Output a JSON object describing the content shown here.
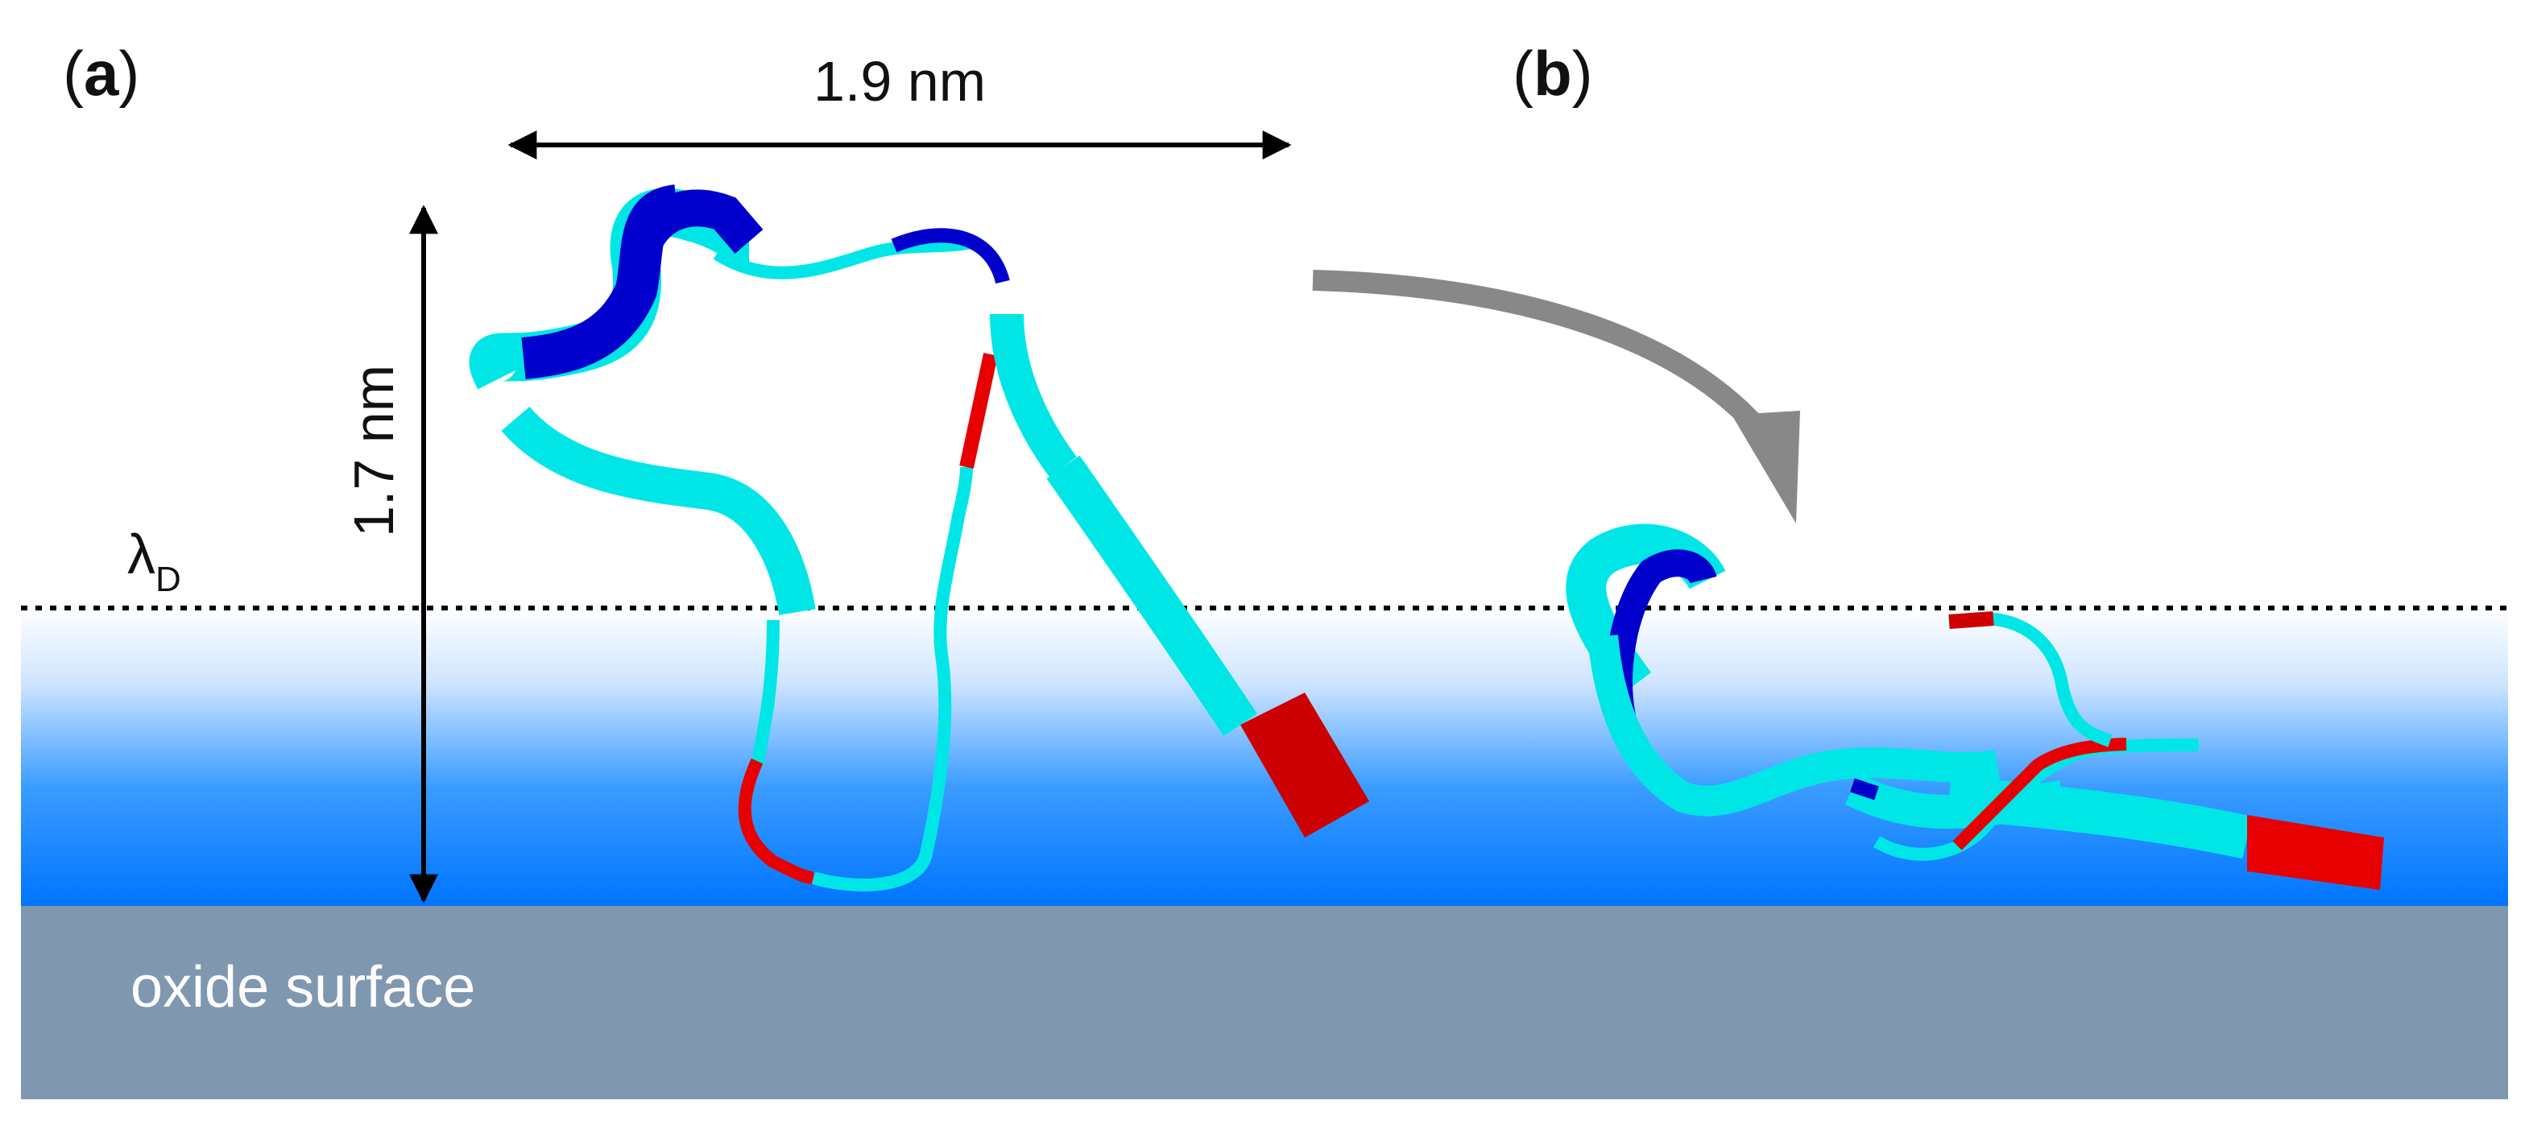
{
  "panels": {
    "a": {
      "label": "(a)",
      "bold_part": "a"
    },
    "b": {
      "label": "(b)",
      "bold_part": "b"
    }
  },
  "dimensions": {
    "width_label": "1.9 nm",
    "height_label": "1.7 nm"
  },
  "debye_length": {
    "symbol": "λ",
    "subscript": "D"
  },
  "surface_label": "oxide surface",
  "colors": {
    "helix_cyan": "#00E6E6",
    "helix_blue": "#0000CC",
    "terminus_red": "#E60000",
    "surface_gray": "#7F98B0",
    "double_layer_blue": "#0080FF",
    "arrow_gray": "#888888"
  }
}
